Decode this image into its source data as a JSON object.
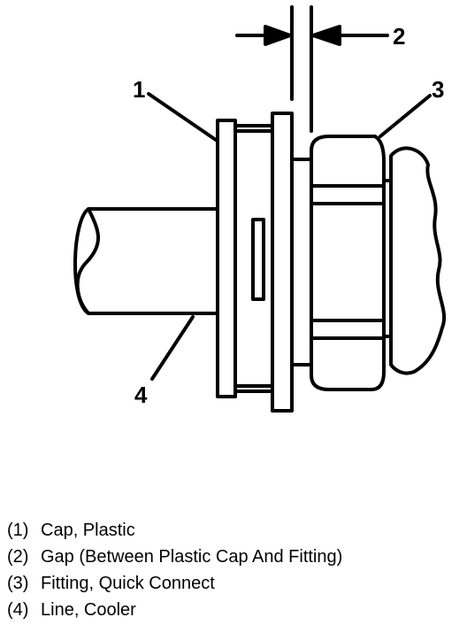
{
  "callouts": {
    "c1": "1",
    "c2": "2",
    "c3": "3",
    "c4": "4"
  },
  "legend": [
    {
      "num": "(1)",
      "text": "Cap, Plastic"
    },
    {
      "num": "(2)",
      "text": "Gap (Between Plastic Cap And Fitting)"
    },
    {
      "num": "(3)",
      "text": "Fitting, Quick Connect"
    },
    {
      "num": "(4)",
      "text": "Line, Cooler"
    }
  ]
}
